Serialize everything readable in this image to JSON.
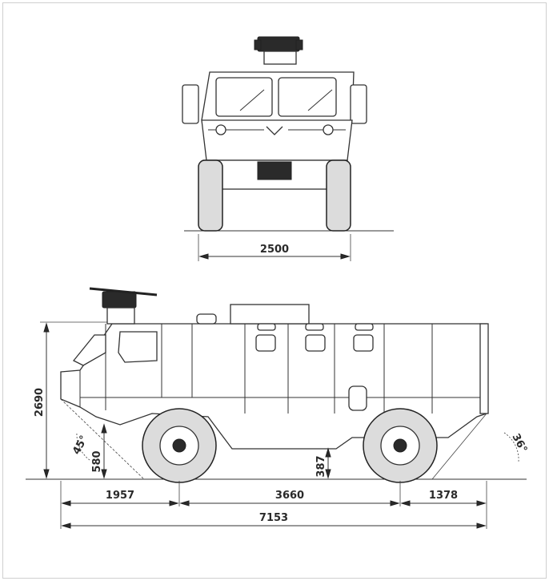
{
  "dimensions": {
    "front_width": "2500",
    "height": "2690",
    "front_overhang": "1957",
    "wheelbase": "3660",
    "rear_overhang": "1378",
    "overall_length": "7153",
    "ground_clearance": "387",
    "step_height": "580",
    "approach_angle": "45°",
    "departure_angle": "36°"
  }
}
